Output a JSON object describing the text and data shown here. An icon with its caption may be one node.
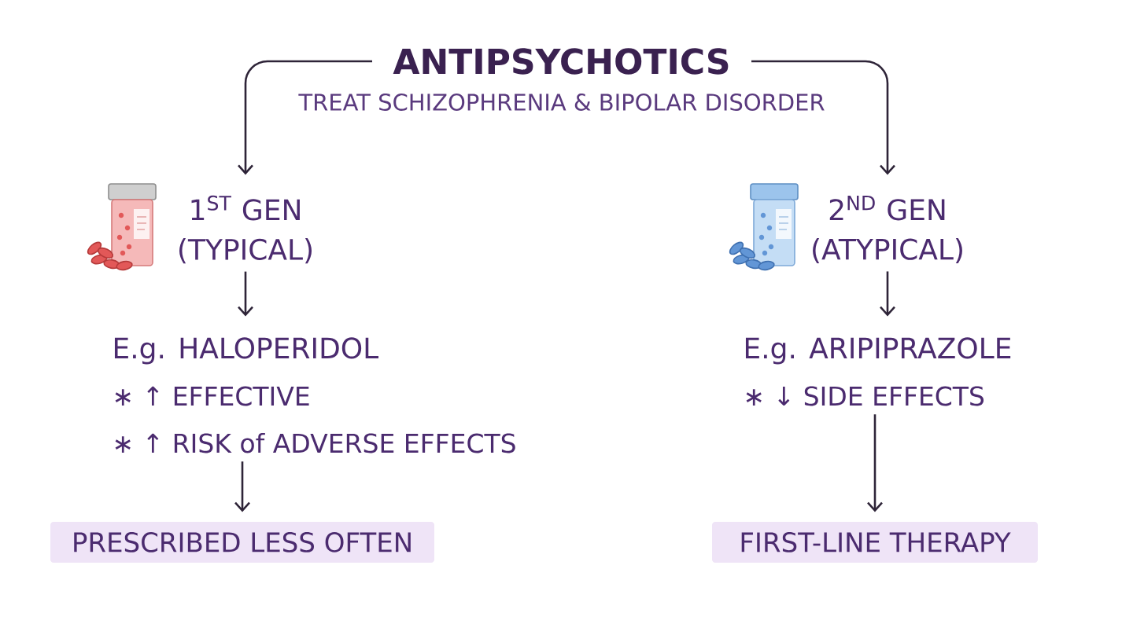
{
  "diagram": {
    "nodes": [
      {
        "text": [
          "ANTIPSYCHOTICS",
          "TREAT SCHIZOPHRENIA & BIPOLAR DISORDER"
        ]
      },
      {
        "text": [
          "1$^{ST}$ GEN (TYPICAL)"
        ]
      },
      {
        "text": [
          "2$^{ND}$ GEN (ATYPICAL)"
        ]
      },
      {
        "text": [
          "E.g. HALOPERIDOL",
          "∗ ↑ EFFECTIVE",
          "∗ ↑ RISK of ADVERSE EFFECTS"
        ]
      },
      {
        "text": [
          "E.g. ARIPIPRAZOLE",
          "∗ ↓ SIDE EFFECTS"
        ]
      },
      {
        "text": [
          "PRESCRIBED LESS OFTEN"
        ]
      },
      {
        "text": [
          "FIRST-LINE THERAPY"
        ]
      }
    ],
    "edges": [
      {
        "from": 0,
        "to": 1,
        "arrow": "to"
      },
      {
        "from": 0,
        "to": 2,
        "arrow": "to"
      },
      {
        "from": 1,
        "to": 3,
        "arrow": "to"
      },
      {
        "from": 2,
        "to": 4,
        "arrow": "to"
      },
      {
        "from": 3,
        "to": 5,
        "arrow": "to"
      },
      {
        "from": 4,
        "to": 6,
        "arrow": "to"
      }
    ]
  }
}
